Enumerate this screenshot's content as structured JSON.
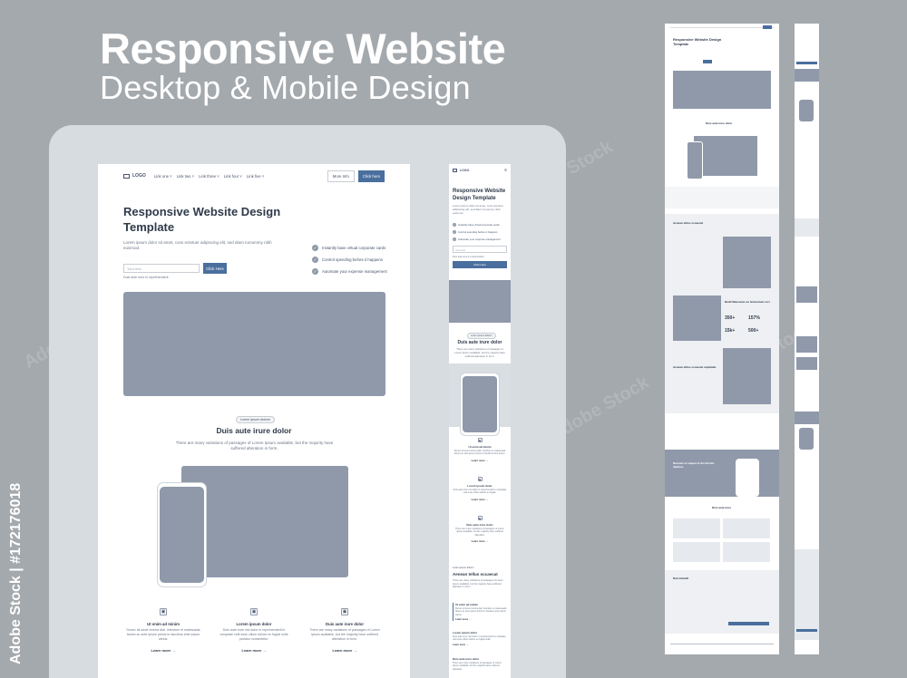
{
  "headline": {
    "title": "Responsive Website",
    "subtitle": "Desktop & Mobile Design"
  },
  "side_label": "Adobe Stock | #172176018",
  "watermark": "Adobe Stock",
  "desktop": {
    "nav": {
      "logo": "LOGO",
      "links": [
        "Link one",
        "Link two",
        "Link three",
        "Link four",
        "Link five"
      ],
      "more_info": "More Info",
      "click_here": "Click here"
    },
    "hero": {
      "title": "Responsive Website Design Template",
      "description": "Lorem ipsum dolor sit amet, cons ectetuer adipiscing elit, sed diam nonummy nibh euismod.",
      "input_placeholder": "Your text",
      "cta": "Click Here",
      "hint": "Duis aute irure in reprehenderit"
    },
    "checks": [
      "Instantly base virtual corporate cards",
      "Control spending before it happens",
      "Automate your expense management"
    ],
    "section": {
      "badge": "Lorem ipsum dolorm",
      "title": "Duis aute irure dolor",
      "description": "There are many variations of passages of Lorem Ipsum available, but the majority have suffered alteration in form."
    },
    "features": [
      {
        "title": "Ut enim ad minim",
        "desc": "Donec sit amet viverra dial. Interdum et malesuada fames ac ante ipsum primis in faucibus ante ipsum varius.",
        "link": "Learn more"
      },
      {
        "title": "Lorem ipsum dolor",
        "desc": "Duis aute irure nisi dolor in reprehenderit in voluptate velit esse cillum dolore eu fugiat nulla pariatur consectetur.",
        "link": "Learn more"
      },
      {
        "title": "Duis aute irure dolor",
        "desc": "There are many variations of passages of Lorem Ipsum available, but the majority have suffered alteration in form.",
        "link": "Learn more"
      }
    ]
  },
  "mobile": {
    "logo": "LOGO",
    "menu_icon": "≡",
    "title": "Responsive Website Design Template",
    "description": "Lorem ipsum dolor sit amet, cons ectetuer adipiscing elit, sed diam nonummy nibh euismod.",
    "checks": [
      "Instantly base virtual corporate cards",
      "Control spending before it happens",
      "Automate your expense management"
    ],
    "input_placeholder": "Your text",
    "hint": "Duis aute irure in reprehenderit",
    "cta": "Click Here",
    "section": {
      "badge": "Lorem ipsum dolorm",
      "title": "Duis aute irure dolor",
      "description": "There are many variations of passages of Lorem Ipsum available, but the majority have suffered alteration in form."
    },
    "features": [
      {
        "title": "Ut enim ad minim",
        "desc": "Donec sit amet viverra dial. Interdum et malesuada fames ac ante ipsum primis in faucibus ante ipsum.",
        "link": "Learn more"
      },
      {
        "title": "Lorem ipsum dolor",
        "desc": "Duis aute irure nisi dolor in reprehenderit in voluptate velit esse cillum dolore eu fugiat.",
        "link": "Learn more"
      },
      {
        "title": "Duis aute irure dolor",
        "desc": "There are many variations of passages of Lorem Ipsum available, but the majority have suffered alteration.",
        "link": "Learn more"
      }
    ],
    "section2": {
      "badge": "Lorem ipsum dolorm",
      "title": "Aenean tellus occaecat",
      "description": "There are many variations of passages of Lorem Ipsum available, but the majority have suffered alteration in form.",
      "items": [
        {
          "title": "Ut enim ad minim",
          "desc": "Donec sit amet viverra dial. Interdum et malesuada fames ac ante ipsum primis in faucibus ante ipsum varius.",
          "link": "Learn more"
        },
        {
          "title": "Lorem ipsum dolor",
          "desc": "Duis aute irure nisi dolor in reprehenderit in voluptate velit esse cillum dolore eu fugiat nulla.",
          "link": "Learn more"
        },
        {
          "title": "Duis aute irure dolor",
          "desc": "There are many variations of passages of Lorem Ipsum available, but the majority have suffered alteration.",
          "link": ""
        }
      ]
    }
  },
  "thumbnail": {
    "title": "Responsive Website Design Template",
    "section_title": "Duis aute irure dolor",
    "section2_title": "Aenean tellus occaecat",
    "block_title": "Build Maecenas eu fermentum orci",
    "stats": [
      "350+",
      "157%",
      "15k+",
      "500+"
    ],
    "quote_title": "Aenean tellus occaecat cupidatat",
    "promo_title": "Nuncam ut sapien id dui dictum dapibus",
    "testimonials_title": "Duis aute irure",
    "contact_title": "Duis blandit"
  },
  "colors": {
    "background": "#a4a9ad",
    "frame": "#d7dce0",
    "placeholder": "#8f99aa",
    "accent": "#4a6f9e",
    "text": "#2f3a4a"
  }
}
